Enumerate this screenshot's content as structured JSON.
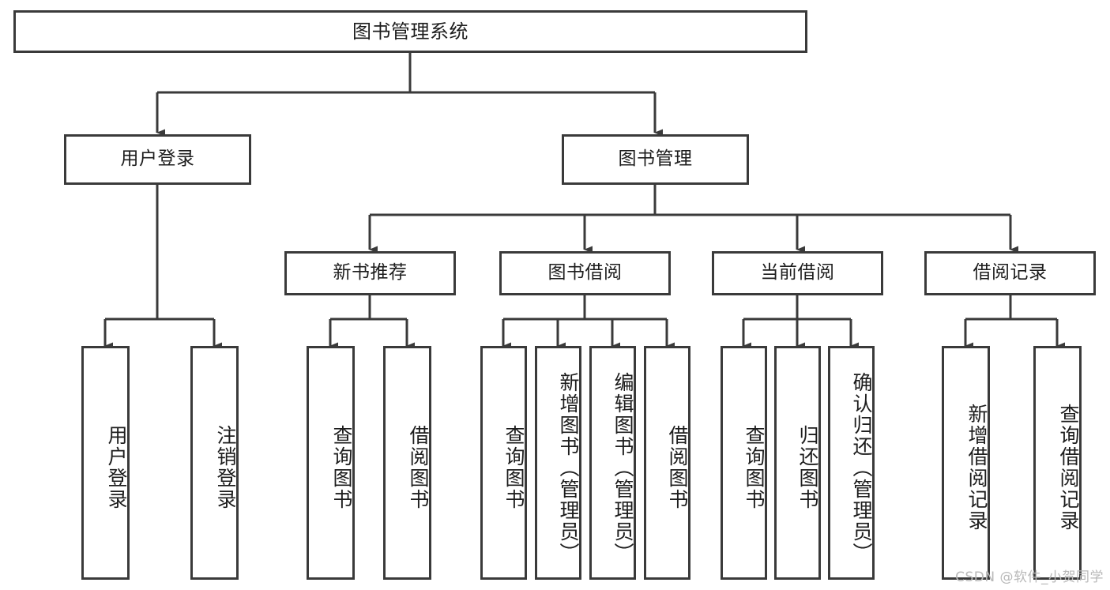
{
  "diagram": {
    "title": "图书管理系统",
    "type": "tree-hierarchy",
    "stroke_color": "#3a3a3a",
    "text_color": "#1d1d1d",
    "background_color": "#ffffff",
    "nodes": {
      "root": {
        "label": "图书管理系统",
        "level": 1,
        "orientation": "horizontal"
      },
      "l2": [
        {
          "label": "用户登录",
          "orientation": "horizontal"
        },
        {
          "label": "图书管理",
          "orientation": "horizontal"
        }
      ],
      "l3": [
        {
          "label": "新书推荐",
          "orientation": "horizontal"
        },
        {
          "label": "图书借阅",
          "orientation": "horizontal"
        },
        {
          "label": "当前借阅",
          "orientation": "horizontal"
        },
        {
          "label": "借阅记录",
          "orientation": "horizontal"
        }
      ],
      "leaves_user_login": [
        {
          "label": "用户登录",
          "orientation": "vertical"
        },
        {
          "label": "注销登录",
          "orientation": "vertical"
        }
      ],
      "leaves_new_books": [
        {
          "label": "查询图书",
          "orientation": "vertical"
        },
        {
          "label": "借阅图书",
          "orientation": "vertical"
        }
      ],
      "leaves_book_borrow": [
        {
          "label": "查询图书",
          "orientation": "vertical"
        },
        {
          "label": "新增图书（管理员）",
          "orientation": "vertical"
        },
        {
          "label": "编辑图书（管理员）",
          "orientation": "vertical"
        },
        {
          "label": "借阅图书",
          "orientation": "vertical"
        }
      ],
      "leaves_current_borrow": [
        {
          "label": "查询图书",
          "orientation": "vertical"
        },
        {
          "label": "归还图书",
          "orientation": "vertical"
        },
        {
          "label": "确认归还（管理员）",
          "orientation": "vertical"
        }
      ],
      "leaves_borrow_record": [
        {
          "label": "新增借阅记录",
          "orientation": "vertical"
        },
        {
          "label": "查询借阅记录",
          "orientation": "vertical"
        }
      ]
    },
    "watermark": "CSDN @软件_小贺同学"
  }
}
